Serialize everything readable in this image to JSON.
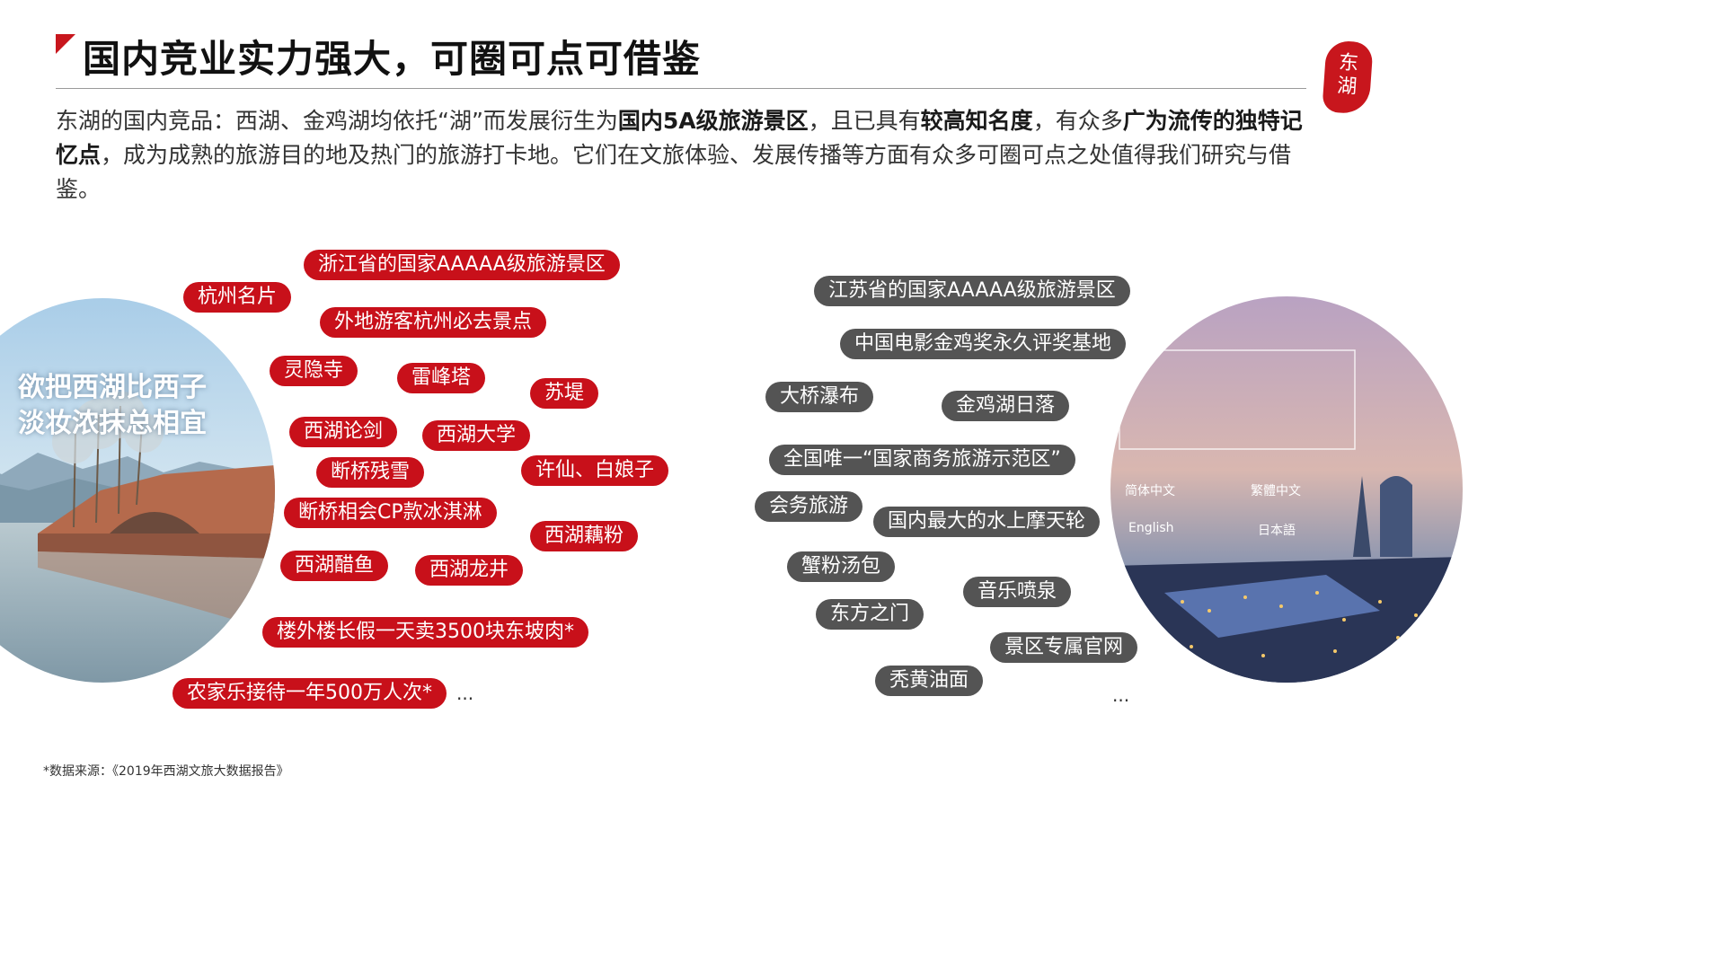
{
  "header": {
    "title": "国内竞业实力强大，可圈可点可借鉴",
    "seal_text": [
      "东",
      "湖"
    ]
  },
  "intro": {
    "p1": "东湖的国内竞品：西湖、金鸡湖均依托“湖”而发展衍生为",
    "b1": "国内5A级旅游景区",
    "p2": "，且已具有",
    "b2": "较高知名度",
    "p3": "，有众多",
    "b3": "广为流传的独特记忆点",
    "p4": "，成为成熟的旅游目的地及热门的旅游打卡地。它们在文旅体验、发展传播等方面有众多可圈可点之处值得我们研究与借鉴。"
  },
  "west_lake": {
    "poem_line1": "欲把西湖比西子",
    "poem_line2": "淡妆浓抹总相宜",
    "tags": [
      "浙江省的国家AAAAA级旅游景区",
      "杭州名片",
      "外地游客杭州必去景点",
      "灵隐寺",
      "雷峰塔",
      "苏堤",
      "西湖论剑",
      "西湖大学",
      "断桥残雪",
      "许仙、白娘子",
      "断桥相会CP款冰淇淋",
      "西湖藕粉",
      "西湖醋鱼",
      "西湖龙井",
      "楼外楼长假一天卖3500块东坡肉*",
      "农家乐接待一年500万人次*"
    ],
    "ellipsis": "..."
  },
  "jinji_lake": {
    "lang_options": [
      "简体中文",
      "繁體中文",
      "English",
      "日本語"
    ],
    "tags": [
      "江苏省的国家AAAAA级旅游景区",
      "中国电影金鸡奖永久评奖基地",
      "大桥瀑布",
      "金鸡湖日落",
      "全国唯一“国家商务旅游示范区”",
      "会务旅游",
      "国内最大的水上摩天轮",
      "蟹粉汤包",
      "音乐喷泉",
      "东方之门",
      "景区专属官网",
      "秃黄油面"
    ],
    "ellipsis": "..."
  },
  "footnote": "*数据来源：《2019年西湖文旅大数据报告》",
  "colors": {
    "accent_red": "#c8101a",
    "tag_grey": "#545454"
  }
}
